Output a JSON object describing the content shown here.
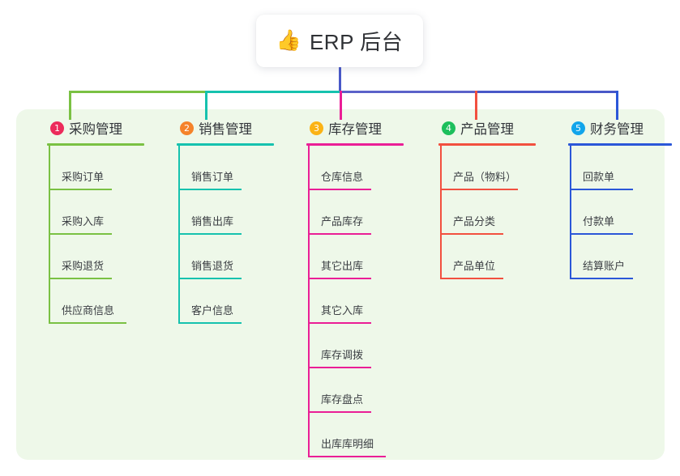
{
  "root": {
    "icon": "thumbs-up-icon",
    "emoji": "👍",
    "title": "ERP 后台"
  },
  "theme": {
    "panel_bg": "#eef8e9",
    "page_bg": "#ffffff",
    "text": "#33363b",
    "root_stem": "#4858c8"
  },
  "columns": [
    {
      "number": "1",
      "title": "采购管理",
      "badge_color": "#ec2b5b",
      "line_color": "#7ac143",
      "items": [
        "采购订单",
        "采购入库",
        "采购退货",
        "供应商信息"
      ]
    },
    {
      "number": "2",
      "title": "销售管理",
      "badge_color": "#f5832a",
      "line_color": "#16c2ae",
      "items": [
        "销售订单",
        "销售出库",
        "销售退货",
        "客户信息"
      ]
    },
    {
      "number": "3",
      "title": "库存管理",
      "badge_color": "#fbb316",
      "line_color": "#ea1e96",
      "items": [
        "仓库信息",
        "产品库存",
        "其它出库",
        "其它入库",
        "库存调拨",
        "库存盘点",
        "出库库明细"
      ]
    },
    {
      "number": "4",
      "title": "产品管理",
      "badge_color": "#1dbf5c",
      "line_color": "#f2503f",
      "items": [
        "产品（物料）",
        "产品分类",
        "产品单位"
      ]
    },
    {
      "number": "5",
      "title": "财务管理",
      "badge_color": "#12a5eb",
      "line_color": "#2b57d8",
      "items": [
        "回款单",
        "付款单",
        "结算账户"
      ]
    }
  ],
  "connectors": {
    "root_stem_color": "#4858c8",
    "segments": [
      {
        "name": "bus-segment-1",
        "color": "#7ac143"
      },
      {
        "name": "bus-segment-2",
        "color": "#16c2ae"
      },
      {
        "name": "bus-segment-3",
        "color": "#5b62c9"
      },
      {
        "name": "bus-segment-4",
        "color": "#4858c8"
      }
    ],
    "drops": [
      {
        "name": "drop-1",
        "color": "#7ac143"
      },
      {
        "name": "drop-2",
        "color": "#16c2ae"
      },
      {
        "name": "drop-3",
        "color": "#ea1e96"
      },
      {
        "name": "drop-4",
        "color": "#f2503f"
      },
      {
        "name": "drop-5",
        "color": "#2b57d8"
      }
    ]
  }
}
